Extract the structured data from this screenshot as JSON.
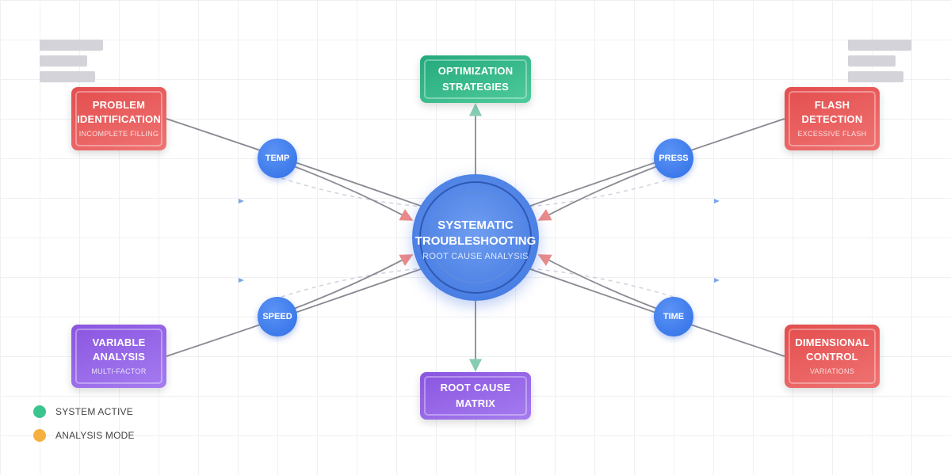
{
  "hub": {
    "title_line1": "SYSTEMATIC",
    "title_line2": "TROUBLESHOOTING",
    "subtitle": "ROOT CAUSE ANALYSIS"
  },
  "boxes": {
    "problem_identification": {
      "title_line1": "PROBLEM",
      "title_line2": "IDENTIFICATION",
      "subtitle": "INCOMPLETE FILLING"
    },
    "flash_detection": {
      "title_line1": "FLASH",
      "title_line2": "DETECTION",
      "subtitle": "EXCESSIVE FLASH"
    },
    "variable_analysis": {
      "title_line1": "VARIABLE",
      "title_line2": "ANALYSIS",
      "subtitle": "MULTI-FACTOR"
    },
    "dimensional_control": {
      "title_line1": "DIMENSIONAL",
      "title_line2": "CONTROL",
      "subtitle": "VARIATIONS"
    },
    "optimization_strategies": {
      "title_line1": "OPTIMIZATION",
      "title_line2": "STRATEGIES"
    },
    "root_cause_matrix": {
      "title_line1": "ROOT CAUSE",
      "title_line2": "MATRIX"
    }
  },
  "parameters": {
    "temp": "TEMP",
    "press": "PRESS",
    "speed": "SPEED",
    "time": "TIME"
  },
  "legend": [
    {
      "label": "SYSTEM ACTIVE",
      "color": "#3cc48f"
    },
    {
      "label": "ANALYSIS MODE",
      "color": "#f5b041"
    }
  ],
  "colors": {
    "red": "#e44d4d",
    "purple": "#8a55e0",
    "green": "#23a97c",
    "blue": "#4a7fe4",
    "link": "#8a8a94",
    "arrow_red": "#ec8b8b",
    "arrow_green": "#86cdb3"
  }
}
